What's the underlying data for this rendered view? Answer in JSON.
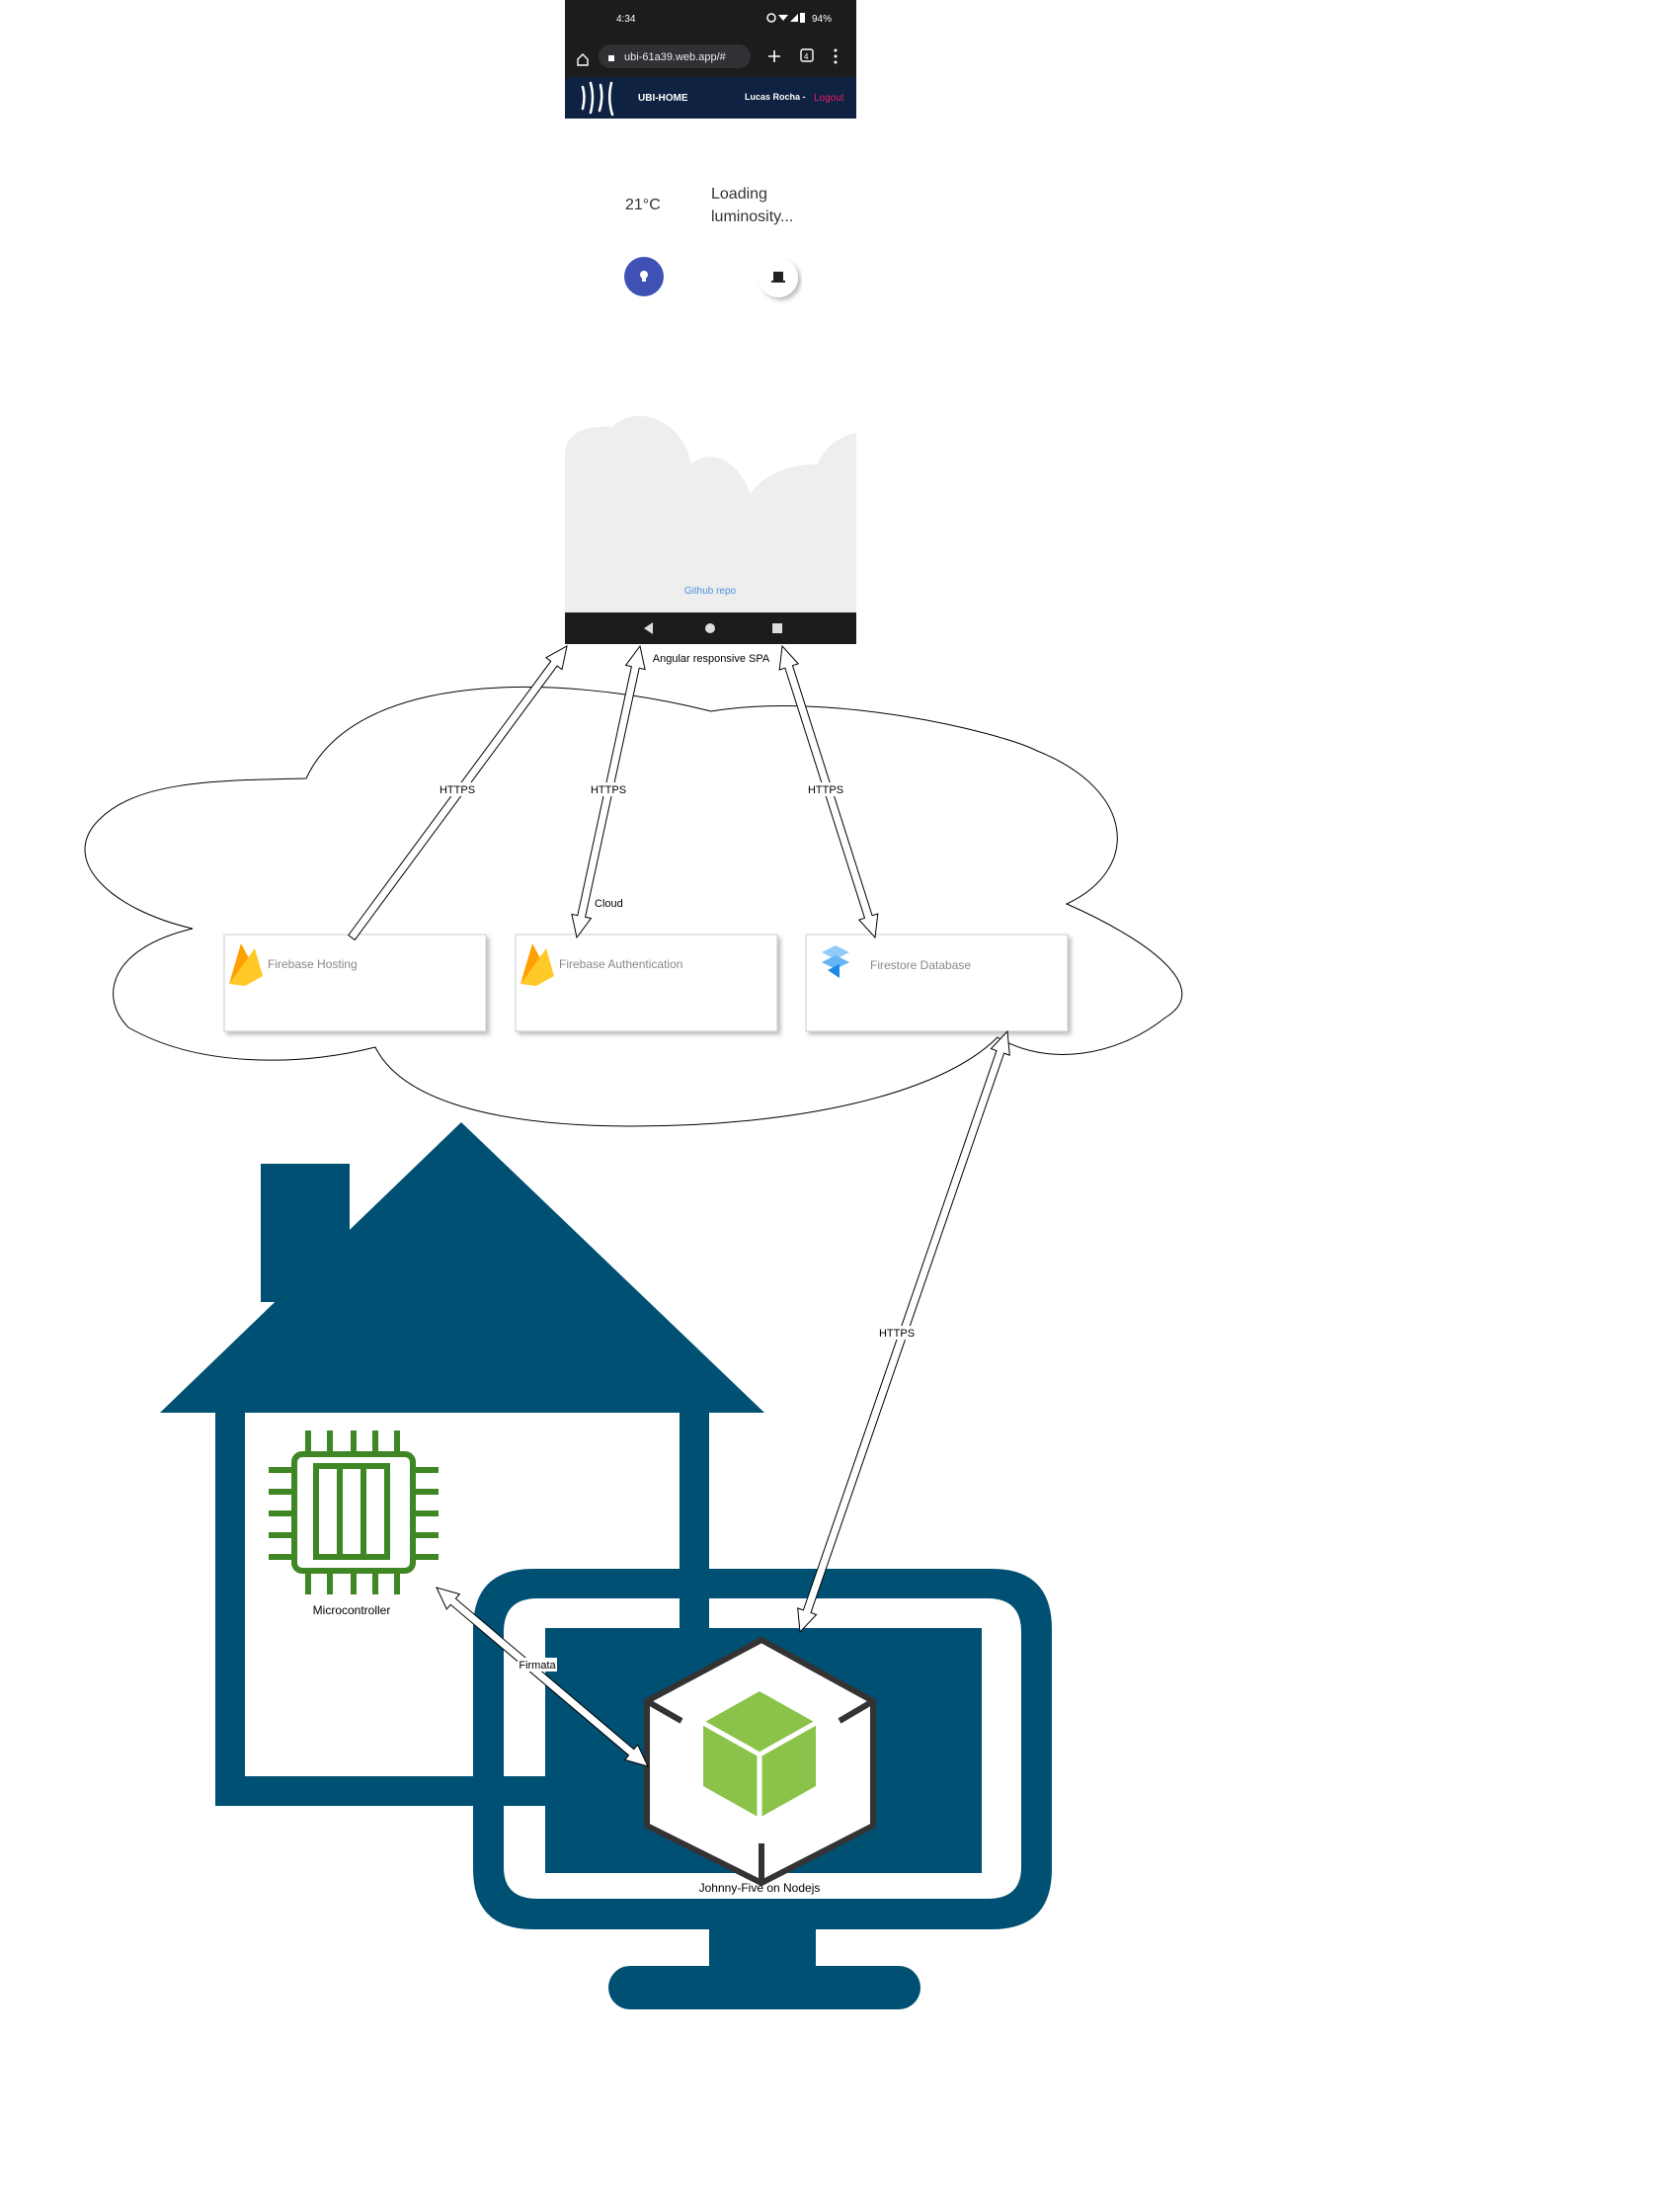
{
  "phone": {
    "status_time": "4:34",
    "status_battery": "94%",
    "url": "ubi-61a39.web.app/#",
    "tab_count": "4",
    "brand_title": "UBI-HOME",
    "user_name": "Lucas Rocha -",
    "logout_label": "Logout",
    "temperature": "21°C",
    "luminosity_line1": "Loading",
    "luminosity_line2": "luminosity...",
    "github_link": "Github repo"
  },
  "diagram": {
    "spa_label": "Angular responsive SPA",
    "cloud_label": "Cloud",
    "https_labels": [
      "HTTPS",
      "HTTPS",
      "HTTPS",
      "HTTPS"
    ],
    "services": [
      {
        "label": "Firebase Hosting",
        "icon": "firebase-icon"
      },
      {
        "label": "Firebase Authentication",
        "icon": "firebase-icon"
      },
      {
        "label": "Firestore Database",
        "icon": "firestore-icon"
      }
    ],
    "microcontroller_label": "Microcontroller",
    "firmata_label": "Firmata",
    "node_label": "Johnny-Five on Nodejs"
  },
  "colors": {
    "house_blue": "#005073",
    "chip_green": "#3f8624",
    "node_green": "#8bc34a",
    "phone_bar": "#1c1c1c",
    "app_header": "#0f2241",
    "fab_blue": "#3f51b5",
    "logout_pink": "#e91e63",
    "firebase_yellow": "#ffca28",
    "firebase_orange": "#ffa000",
    "firestore_blue": "#4285f4"
  }
}
